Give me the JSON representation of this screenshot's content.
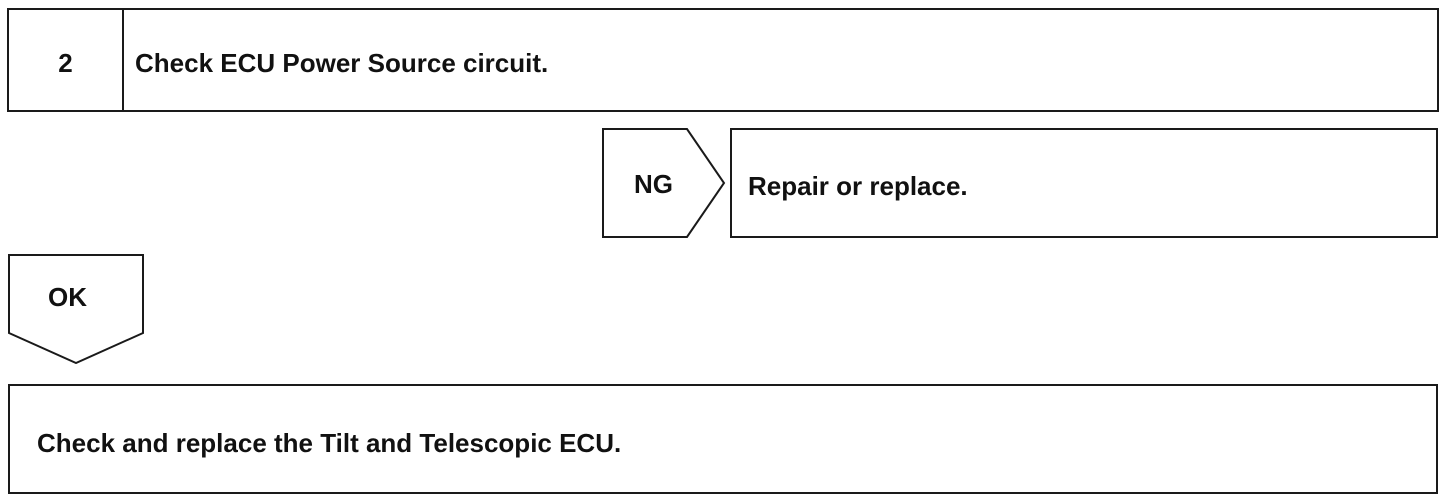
{
  "step": {
    "number": "2",
    "title": "Check ECU Power Source circuit."
  },
  "ng_branch": {
    "label": "NG",
    "action": "Repair or replace."
  },
  "ok_branch": {
    "label": "OK"
  },
  "final_step": {
    "text": "Check and replace the Tilt and Telescopic ECU."
  }
}
